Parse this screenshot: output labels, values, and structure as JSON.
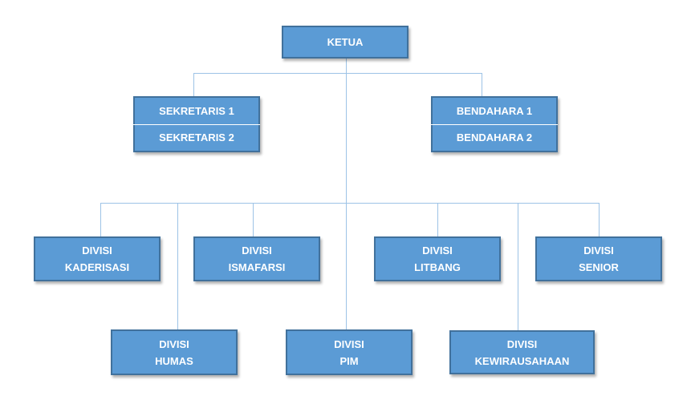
{
  "ketua": "KETUA",
  "sekretaris": [
    "SEKRETARIS 1",
    "SEKRETARIS 2"
  ],
  "bendahara": [
    "BENDAHARA 1",
    "BENDAHARA 2"
  ],
  "divisi": [
    {
      "line1": "DIVISI",
      "line2": "KADERISASI"
    },
    {
      "line1": "DIVISI",
      "line2": "ISMAFARSI"
    },
    {
      "line1": "DIVISI",
      "line2": "LITBANG"
    },
    {
      "line1": "DIVISI",
      "line2": "SENIOR"
    },
    {
      "line1": "DIVISI",
      "line2": "HUMAS"
    },
    {
      "line1": "DIVISI",
      "line2": "PIM"
    },
    {
      "line1": "DIVISI",
      "line2": "KEWIRAUSAHAAN"
    }
  ],
  "colors": {
    "box_fill": "#5b9bd5",
    "box_border": "#41719c",
    "connector": "#9dc3e6",
    "text": "#ffffff"
  }
}
